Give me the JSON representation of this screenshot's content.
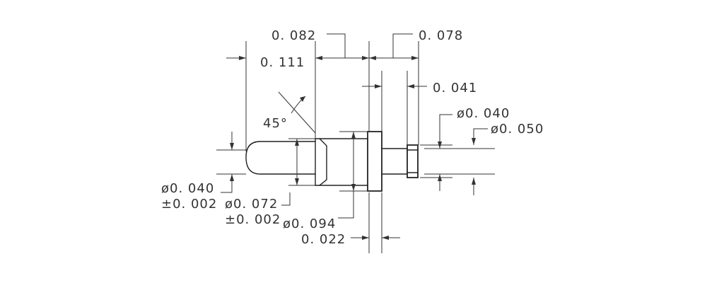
{
  "drawing": {
    "labels": {
      "flange_width": "0. 082",
      "body_length": "0. 111",
      "tail_length": "0. 078",
      "tail_step_length": "0. 041",
      "chamfer_angle": "45°",
      "tip_dia": "ø0. 040",
      "tail_dia": "ø0. 040",
      "collar_dia": "ø0. 050",
      "tip_dia_tol": "±0. 002",
      "barrel_dia": "ø0. 072",
      "barrel_dia_tol": "±0. 002",
      "flange_dia": "ø0. 094",
      "flange_thickness": "0. 022"
    },
    "colors": {
      "ink": "#222222",
      "background": "#ffffff"
    }
  }
}
